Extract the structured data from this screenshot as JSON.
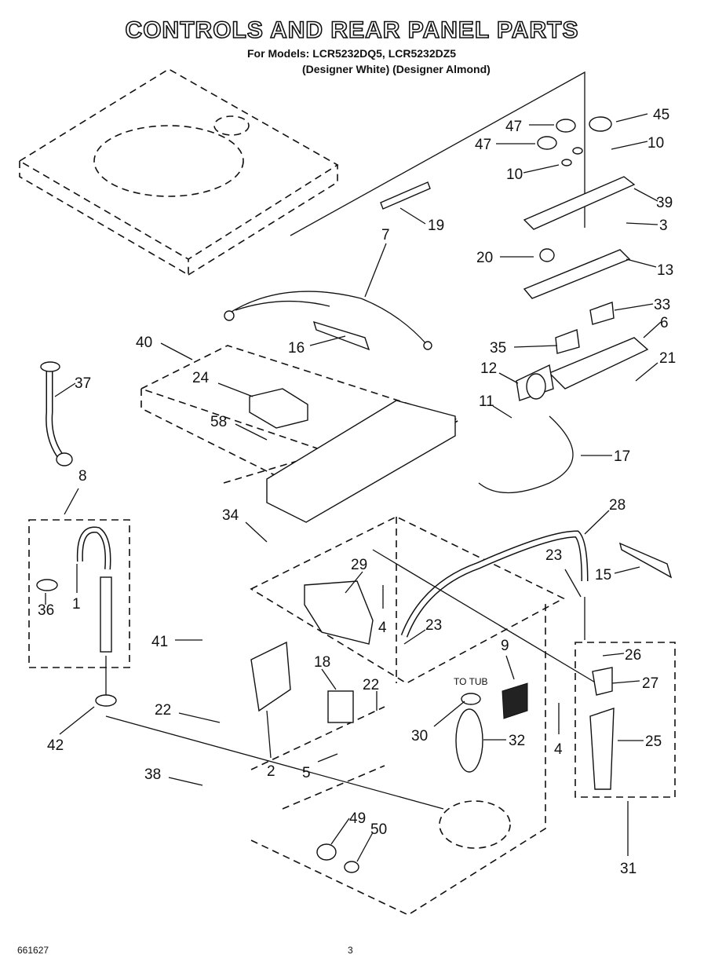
{
  "title": "CONTROLS AND REAR PANEL PARTS",
  "subtitle_models": "For Models: LCR5232DQ5, LCR5232DZ5",
  "subtitle_colors": "(Designer White) (Designer Almond)",
  "tur_label": "TO TUB",
  "footer_code": "661627",
  "page_number": "3",
  "callouts": [
    "47",
    "45",
    "47",
    "10",
    "10",
    "39",
    "19",
    "3",
    "7",
    "20",
    "13",
    "33",
    "6",
    "16",
    "40",
    "35",
    "12",
    "21",
    "24",
    "11",
    "37",
    "58",
    "17",
    "8",
    "28",
    "34",
    "29",
    "23",
    "15",
    "1",
    "36",
    "4",
    "23",
    "41",
    "9",
    "26",
    "18",
    "22",
    "27",
    "22",
    "30",
    "32",
    "4",
    "25",
    "42",
    "5",
    "2",
    "38",
    "49",
    "50",
    "31"
  ]
}
